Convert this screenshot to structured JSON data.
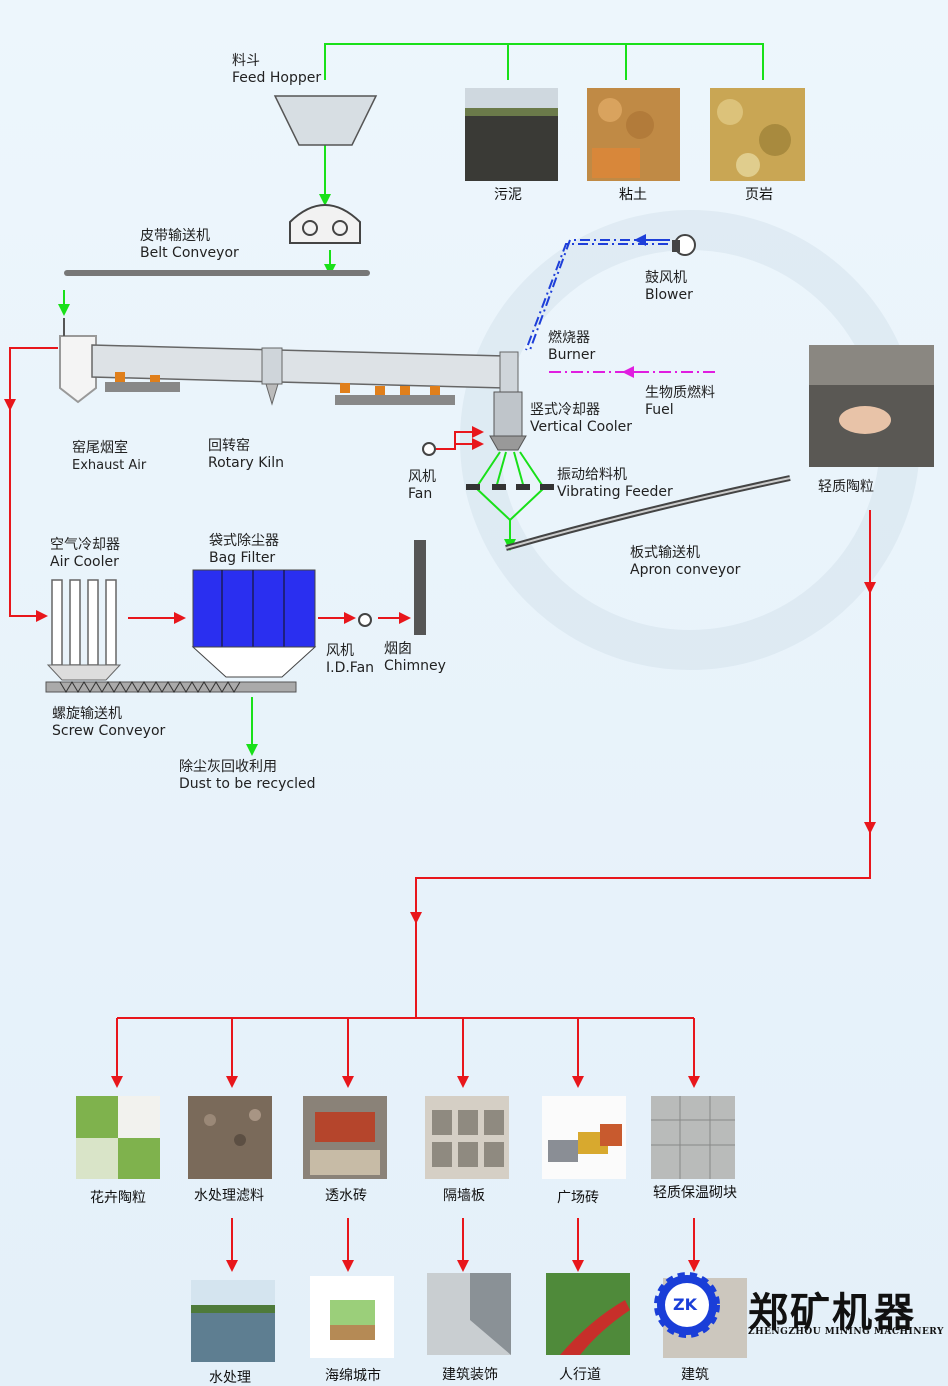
{
  "raw_materials": [
    {
      "label": "污泥"
    },
    {
      "label": "粘土"
    },
    {
      "label": "页岩"
    }
  ],
  "equipment": {
    "feed_hopper": {
      "cn": "料斗",
      "en": "Feed Hopper"
    },
    "belt_conveyor": {
      "cn": "皮带输送机",
      "en": "Belt Conveyor"
    },
    "blower": {
      "cn": "鼓风机",
      "en": "Blower"
    },
    "burner": {
      "cn": "燃烧器",
      "en": "Burner"
    },
    "fuel": {
      "cn": "生物质燃料",
      "en": "Fuel"
    },
    "exhaust": {
      "cn": "窑尾烟室",
      "en": "Exhaust  Air"
    },
    "rotary_kiln": {
      "cn": "回转窑",
      "en": "Rotary Kiln"
    },
    "vertical_cooler": {
      "cn": "竖式冷却器",
      "en": "Vertical Cooler"
    },
    "fan": {
      "cn": "风机",
      "en": "Fan"
    },
    "vibrating_feeder": {
      "cn": "振动给料机",
      "en": "Vibrating Feeder"
    },
    "product": {
      "cn": "轻质陶粒"
    },
    "apron_conveyor": {
      "cn": "板式输送机",
      "en": "Apron conveyor"
    },
    "air_cooler": {
      "cn": "空气冷却器",
      "en": "Air Cooler"
    },
    "bag_filter": {
      "cn": "袋式除尘器",
      "en": "Bag Filter"
    },
    "id_fan": {
      "cn": "风机",
      "en": "I.D.Fan"
    },
    "chimney": {
      "cn": "烟囱",
      "en": "Chimney"
    },
    "screw_conveyor": {
      "cn": "螺旋输送机",
      "en": "Screw Conveyor"
    },
    "dust": {
      "cn": "除尘灰回收利用",
      "en": "Dust to be recycled"
    }
  },
  "applications": [
    {
      "label": "花卉陶粒"
    },
    {
      "label": "水处理滤料"
    },
    {
      "label": "透水砖"
    },
    {
      "label": "隔墙板"
    },
    {
      "label": "广场砖"
    },
    {
      "label": "轻质保温砌块"
    }
  ],
  "uses": [
    {
      "label": "水处理"
    },
    {
      "label": "海绵城市"
    },
    {
      "label": "建筑装饰"
    },
    {
      "label": "人行道"
    },
    {
      "label": "建筑"
    }
  ],
  "logo": {
    "cn": "郑矿机器",
    "en": "ZHENGZHOU MINING MACHINERY",
    "mark": "ZK"
  },
  "colors": {
    "material_flow": "#19e019",
    "gas_flow": "#e8161b",
    "air_flow": "#1e3fd9",
    "fuel_flow": "#e01ee0",
    "bag_filter": "#2a2ff0"
  }
}
